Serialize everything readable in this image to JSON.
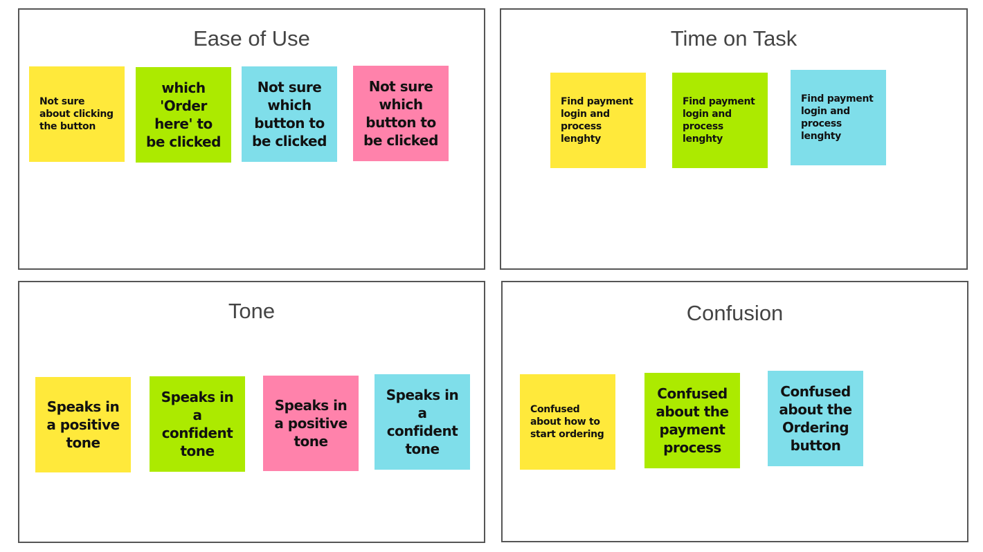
{
  "panels": [
    {
      "title": "Ease of Use",
      "notes": [
        "Not sure\nabout clicking\nthe button",
        "which\n'Order\nhere' to\nbe clicked",
        "Not sure\nwhich\nbutton to\nbe clicked",
        "Not sure\nwhich\nbutton to\nbe clicked"
      ]
    },
    {
      "title": "Time on Task",
      "notes": [
        "Find payment\nlogin and\nprocess\nlenghty",
        "Find payment\nlogin and\nprocess\nlenghty",
        "Find payment\nlogin and\nprocess\nlenghty"
      ]
    },
    {
      "title": "Tone",
      "notes": [
        "Speaks in\na positive\ntone",
        "Speaks in\na\nconfident\ntone",
        "Speaks in\na positive\ntone",
        "Speaks in\na\nconfident\ntone"
      ]
    },
    {
      "title": "Confusion",
      "notes": [
        "Confused\nabout how to\nstart ordering",
        "Confused\nabout the\npayment\nprocess",
        "Confused\nabout the\nOrdering\nbutton"
      ]
    }
  ],
  "colors": {
    "yellow": "#ffe93b",
    "green": "#acea00",
    "cyan": "#7fdeea",
    "pink": "#ff82ab"
  }
}
